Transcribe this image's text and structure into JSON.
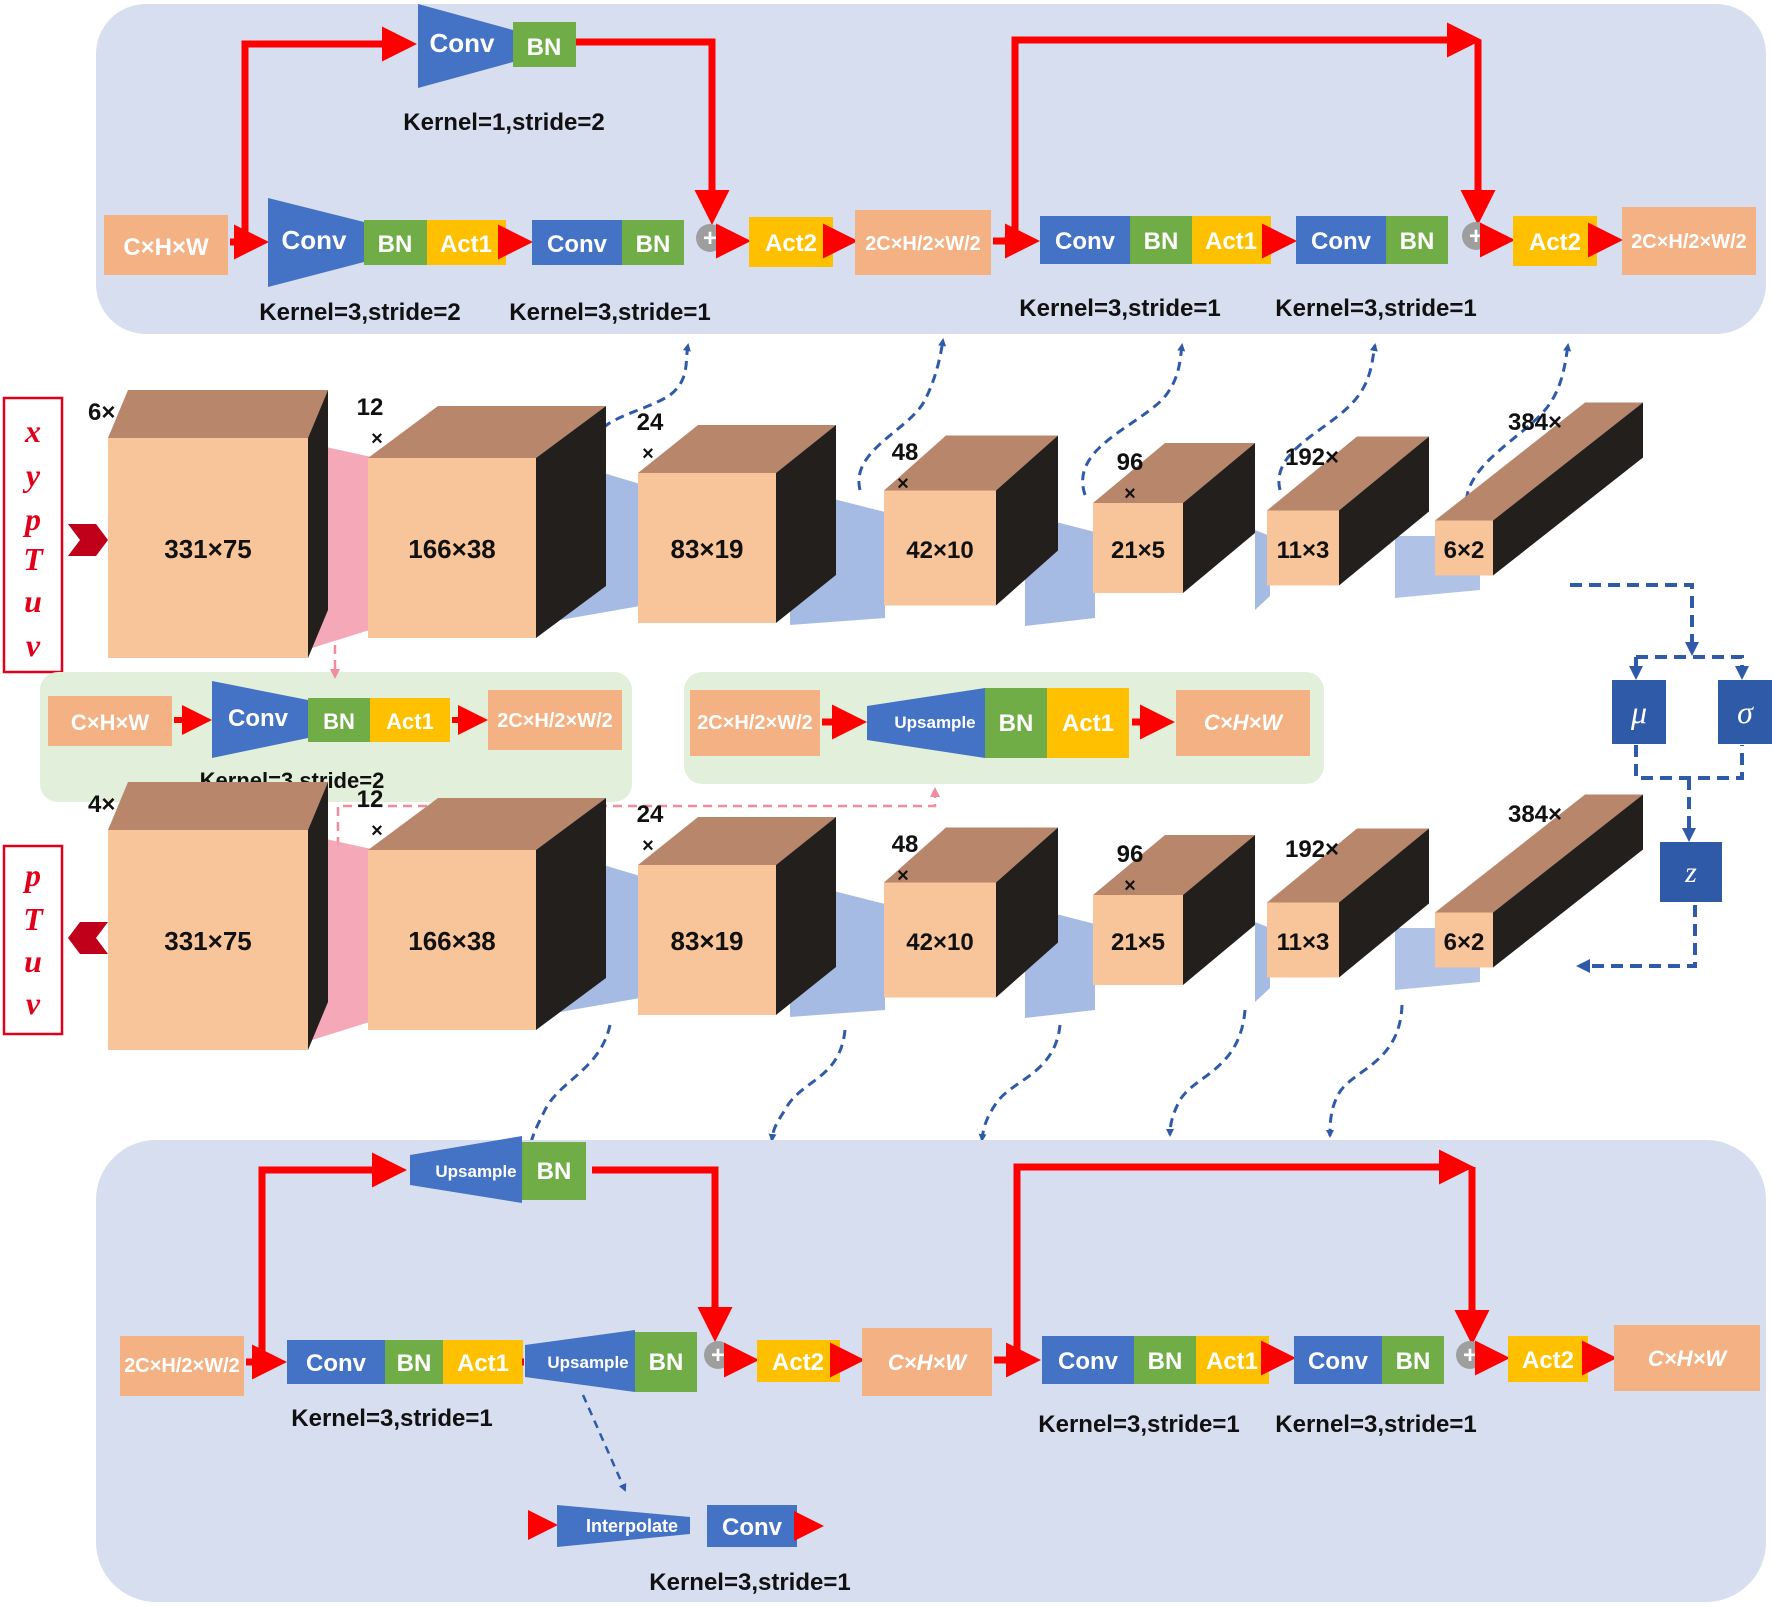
{
  "colors": {
    "panel": "#d6deef",
    "panel_green": "#e2efda",
    "conv": "#4472c4",
    "bn": "#70ad47",
    "act": "#ffc000",
    "tensor": "#f4b183",
    "arrow_red": "#ff0000",
    "dash_blue": "#2e5aa8",
    "cube_top": "#b8866a",
    "cube_side": "#231f1d",
    "cube_front": "#f8c49a",
    "trap_blue": "#8faadc",
    "trap_pink": "#f4a0b0"
  },
  "encoder_block": {
    "input": "C×H×W",
    "conv": "Conv",
    "bn": "BN",
    "act1": "Act1",
    "act2": "Act2",
    "output_1": "2C×H/2×W/2",
    "output_2": "2C×H/2×W/2",
    "kernel_shortcut": "Kernel=1,stride=2",
    "kernel_main_1": "Kernel=3,stride=2",
    "kernel_main_2": "Kernel=3,stride=1",
    "kernel_res_1": "Kernel=3,stride=1",
    "kernel_res_2": "Kernel=3,stride=1"
  },
  "input_vars": [
    "x",
    "y",
    "p",
    "T",
    "u",
    "v"
  ],
  "output_vars": [
    "p",
    "T",
    "u",
    "v"
  ],
  "encoder_cubes": [
    {
      "channels": "6×",
      "size": "331×75"
    },
    {
      "channels": "12",
      "size": "166×38"
    },
    {
      "channels": "24",
      "size": "83×19"
    },
    {
      "channels": "48",
      "size": "42×10"
    },
    {
      "channels": "96",
      "size": "21×5"
    },
    {
      "channels": "192×",
      "size": "11×3"
    },
    {
      "channels": "384×",
      "size": "6×2"
    }
  ],
  "decoder_cubes": [
    {
      "channels": "4×",
      "size": "331×75"
    },
    {
      "channels": "12",
      "size": "166×38"
    },
    {
      "channels": "24",
      "size": "83×19"
    },
    {
      "channels": "48",
      "size": "42×10"
    },
    {
      "channels": "96",
      "size": "21×5"
    },
    {
      "channels": "192×",
      "size": "11×3"
    },
    {
      "channels": "384×",
      "size": "6×2"
    }
  ],
  "stem_block": {
    "input": "C×H×W",
    "conv": "Conv",
    "bn": "BN",
    "act1": "Act1",
    "output": "2C×H/2×W/2",
    "kernel": "Kernel=3,stride=2"
  },
  "head_block": {
    "input": "2C×H/2×W/2",
    "upsample": "Upsample",
    "bn": "BN",
    "act1": "Act1",
    "output": "C×H×W"
  },
  "latent": {
    "mu": "μ",
    "sigma": "σ",
    "z": "z"
  },
  "decoder_block": {
    "input": "2C×H/2×W/2",
    "conv": "Conv",
    "bn": "BN",
    "act1": "Act1",
    "act2": "Act2",
    "upsample": "Upsample",
    "interpolate": "Interpolate",
    "mid": "C×H×W",
    "output": "C×H×W",
    "kernel_main": "Kernel=3,stride=1",
    "kernel_interp": "Kernel=3,stride=1",
    "kernel_res_1": "Kernel=3,stride=1",
    "kernel_res_2": "Kernel=3,stride=1"
  }
}
